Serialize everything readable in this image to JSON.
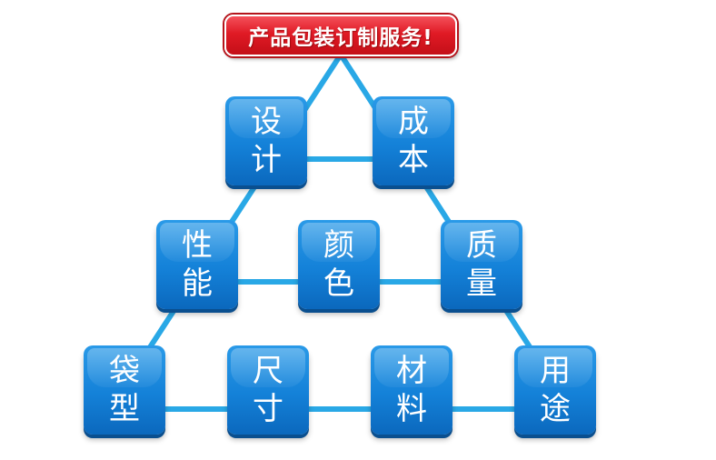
{
  "banner": {
    "title": "产品包装订制服务!"
  },
  "nodes": {
    "design": {
      "line1": "设",
      "line2": "计"
    },
    "cost": {
      "line1": "成",
      "line2": "本"
    },
    "performance": {
      "line1": "性",
      "line2": "能"
    },
    "color": {
      "line1": "颜",
      "line2": "色"
    },
    "quality": {
      "line1": "质",
      "line2": "量"
    },
    "bag_type": {
      "line1": "袋",
      "line2": "型"
    },
    "size": {
      "line1": "尺",
      "line2": "寸"
    },
    "material": {
      "line1": "材",
      "line2": "料"
    },
    "usage": {
      "line1": "用",
      "line2": "途"
    }
  },
  "colors": {
    "banner_red": "#e01a25",
    "node_blue": "#1481d8",
    "connector_blue": "#29a8e6"
  }
}
